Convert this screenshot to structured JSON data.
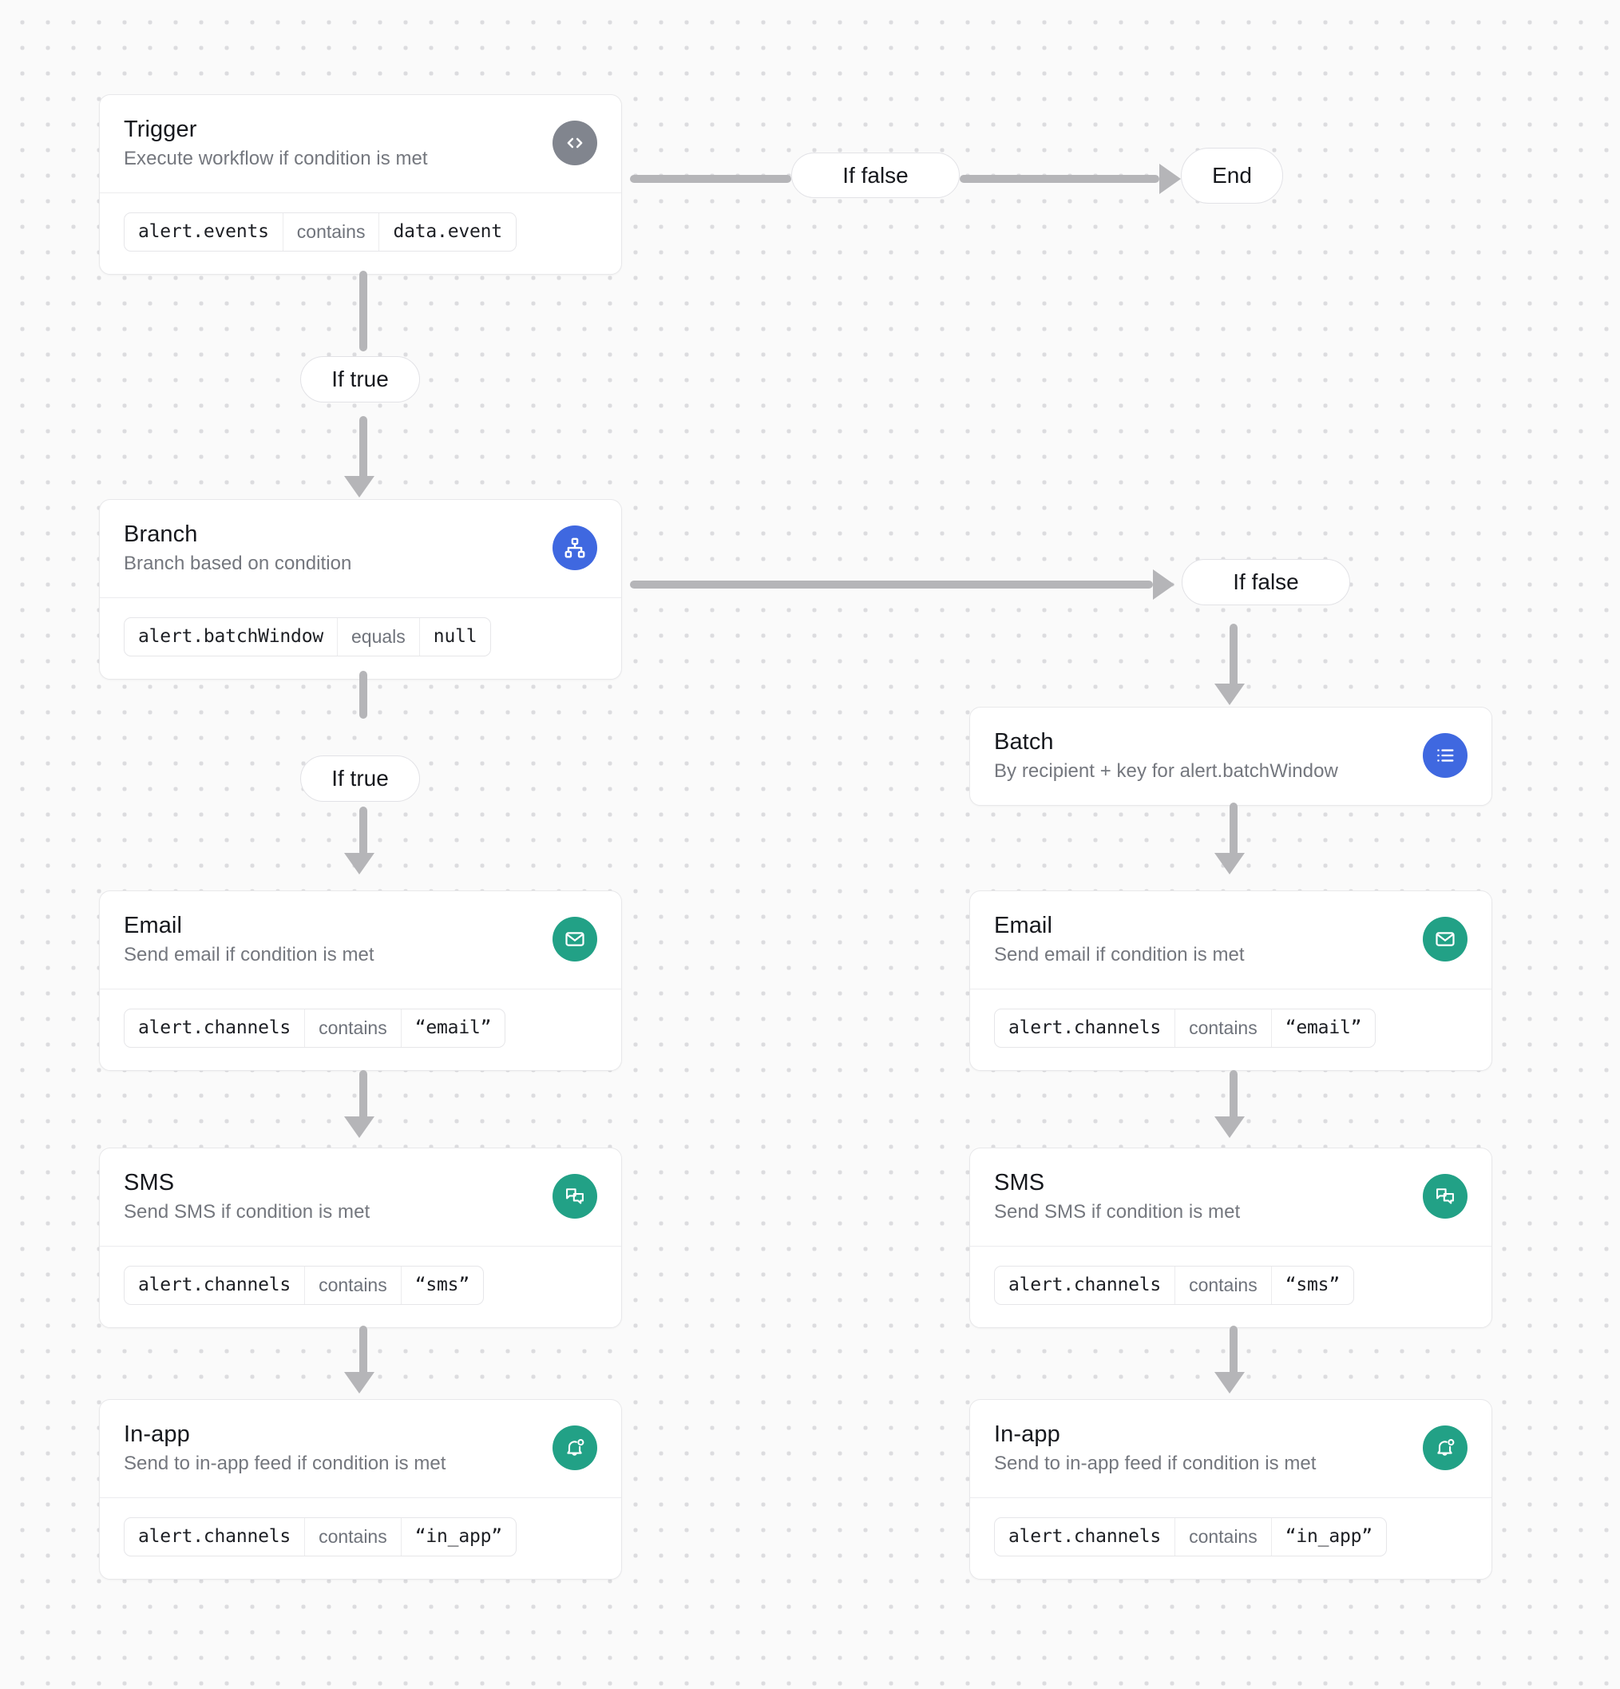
{
  "canvas": {
    "background": "#fafafa",
    "dot_color": "#dcdcdf"
  },
  "colors": {
    "trigger_icon_bg": "#81858e",
    "branch_icon_bg": "#3f68e0",
    "batch_icon_bg": "#3f68e0",
    "channel_icon_bg": "#22a186",
    "edge": "#b5b5b8",
    "card_border": "#e8e8ea",
    "title_text": "#16181d",
    "subtitle_text": "#74777e"
  },
  "nodes": {
    "trigger": {
      "title": "Trigger",
      "subtitle": "Execute workflow if condition is met",
      "icon": "code-icon",
      "condition": {
        "field": "alert.events",
        "operator": "contains",
        "value": "data.event"
      }
    },
    "branch": {
      "title": "Branch",
      "subtitle": "Branch based on condition",
      "icon": "hierarchy-icon",
      "condition": {
        "field": "alert.batchWindow",
        "operator": "equals",
        "value": "null"
      }
    },
    "batch": {
      "title": "Batch",
      "subtitle": "By recipient + key for alert.batchWindow",
      "icon": "list-icon"
    },
    "email_left": {
      "title": "Email",
      "subtitle": "Send email if condition is met",
      "icon": "envelope-icon",
      "condition": {
        "field": "alert.channels",
        "operator": "contains",
        "value": "“email”"
      }
    },
    "sms_left": {
      "title": "SMS",
      "subtitle": "Send SMS if condition is met",
      "icon": "chat-bubbles-icon",
      "condition": {
        "field": "alert.channels",
        "operator": "contains",
        "value": "“sms”"
      }
    },
    "inapp_left": {
      "title": "In-app",
      "subtitle": "Send to in-app feed if condition is met",
      "icon": "bell-icon",
      "condition": {
        "field": "alert.channels",
        "operator": "contains",
        "value": "“in_app”"
      }
    },
    "email_right": {
      "title": "Email",
      "subtitle": "Send email if condition is met",
      "icon": "envelope-icon",
      "condition": {
        "field": "alert.channels",
        "operator": "contains",
        "value": "“email”"
      }
    },
    "sms_right": {
      "title": "SMS",
      "subtitle": "Send SMS if condition is met",
      "icon": "chat-bubbles-icon",
      "condition": {
        "field": "alert.channels",
        "operator": "contains",
        "value": "“sms”"
      }
    },
    "inapp_right": {
      "title": "In-app",
      "subtitle": "Send to in-app feed if condition is met",
      "icon": "bell-icon",
      "condition": {
        "field": "alert.channels",
        "operator": "contains",
        "value": "“in_app”"
      }
    }
  },
  "pills": {
    "trigger_false": "If false",
    "trigger_true": "If true",
    "branch_false": "If false",
    "branch_true": "If true",
    "end": "End"
  }
}
